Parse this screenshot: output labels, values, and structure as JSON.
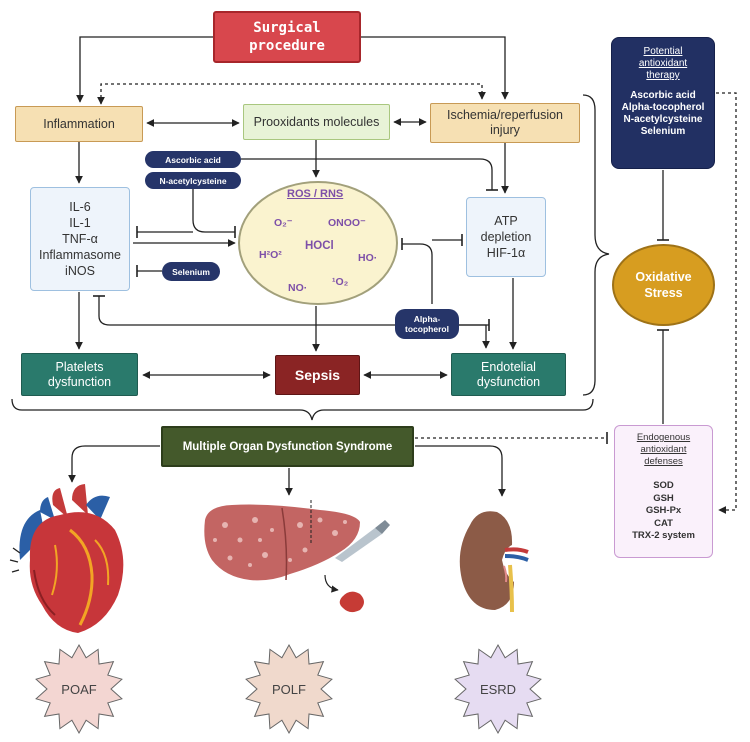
{
  "surgical": "Surgical\nprocedure",
  "inflammation": "Inflammation",
  "prooxidants": "Prooxidants molecules",
  "ischemia": "Ischemia/reperfusion\ninjury",
  "cytokines": "IL-6\nIL-1\nTNF-α\nInflammasome\niNOS",
  "atp": "ATP\ndepletion\nHIF-1α",
  "pills": {
    "ascorbic": "Ascorbic acid",
    "nac": "N-acetylcysteine",
    "selenium": "Selenium",
    "alpha": "Alpha-\ntocopherol"
  },
  "ros": {
    "title": "ROS / RNS",
    "o2": "O₂⁻",
    "onoo": "ONOO⁻",
    "hocl": "HOCl",
    "h2o2": "H²O²",
    "ho": "HO·",
    "no": "NO·",
    "singlet": "¹O₂"
  },
  "platelets": "Platelets\ndysfunction",
  "sepsis": "Sepsis",
  "endotelial": "Endotelial\ndysfunction",
  "mods": "Multiple Organ Dysfunction Syndrome",
  "therapy": {
    "title": "Potential\nantioxidant\ntherapy",
    "items": [
      "Ascorbic acid",
      "Alpha-tocopherol",
      "N-acetylcysteine",
      "Selenium"
    ]
  },
  "oxidative": "Oxidative\nStress",
  "endogenous": {
    "title": "Endogenous\nantioxidant\ndefenses",
    "items": [
      "SOD",
      "GSH",
      "GSH-Px",
      "CAT",
      "TRX-2 system"
    ]
  },
  "outcomes": [
    "POAF",
    "POLF",
    "ESRD"
  ],
  "organ_icons": [
    "heart-icon",
    "liver-icon",
    "kidney-icon"
  ],
  "colors": {
    "surgical": "#d8474d",
    "tan": "#f6e0b3",
    "green_light": "#e8f3d7",
    "blue_light": "#eef4fb",
    "navy": "#263569",
    "teal": "#2a7a6c",
    "sepsis": "#8a2424",
    "mods": "#44592b",
    "oxidative": "#d79d20",
    "endogenous": "#faf1fb",
    "poaf_star": "#f3d6d2",
    "polf_star": "#f0d9cc",
    "esrd_star": "#e6dcf2"
  }
}
